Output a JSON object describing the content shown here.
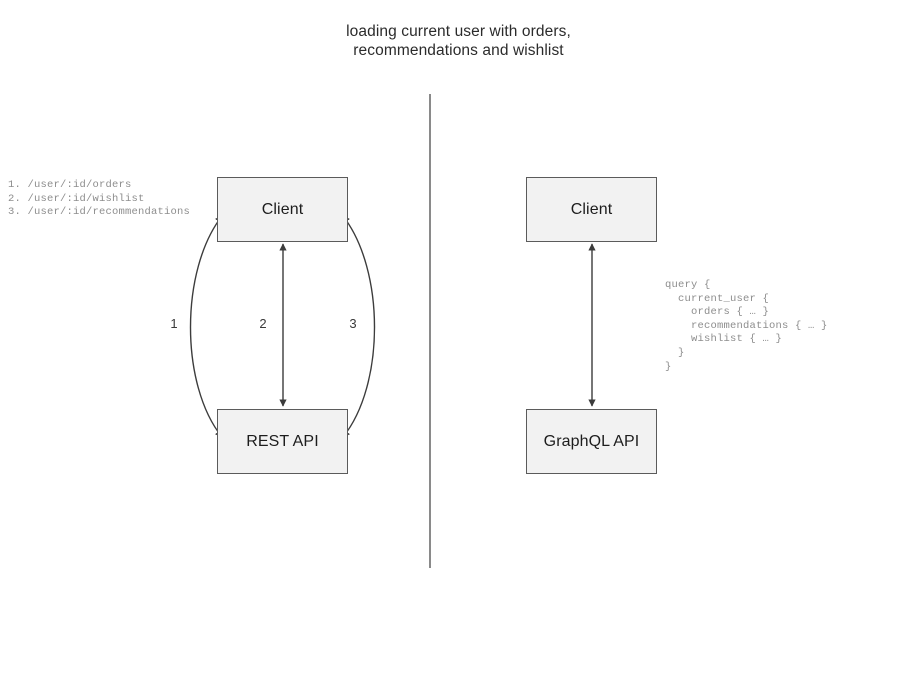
{
  "title": "loading current user with orders,\nrecommendations and wishlist",
  "divider": {
    "name": "vertical-panel-divider",
    "color": "#8a8a8a"
  },
  "theme": {
    "background": "#ffffff",
    "box_fill": "#f2f2f2",
    "box_border": "#5b5b5b",
    "text": "#1d1d1d",
    "code_text": "#8d8d8d",
    "connector": "#3c3c3c"
  },
  "rest_panel": {
    "client_label": "Client",
    "api_label": "REST API",
    "endpoints": "1. /user/:id/orders\n2. /user/:id/wishlist\n3. /user/:id/recommendations",
    "edges": [
      {
        "label": "1",
        "shape": "curved-left",
        "direction": "bidirectional"
      },
      {
        "label": "2",
        "shape": "straight",
        "direction": "bidirectional"
      },
      {
        "label": "3",
        "shape": "curved-right",
        "direction": "bidirectional"
      }
    ]
  },
  "graphql_panel": {
    "client_label": "Client",
    "api_label": "GraphQL API",
    "query": "query {\n  current_user {\n    orders { … }\n    recommendations { … }\n    wishlist { … }\n  }\n}",
    "edges": [
      {
        "label": "",
        "shape": "straight",
        "direction": "bidirectional"
      }
    ]
  }
}
